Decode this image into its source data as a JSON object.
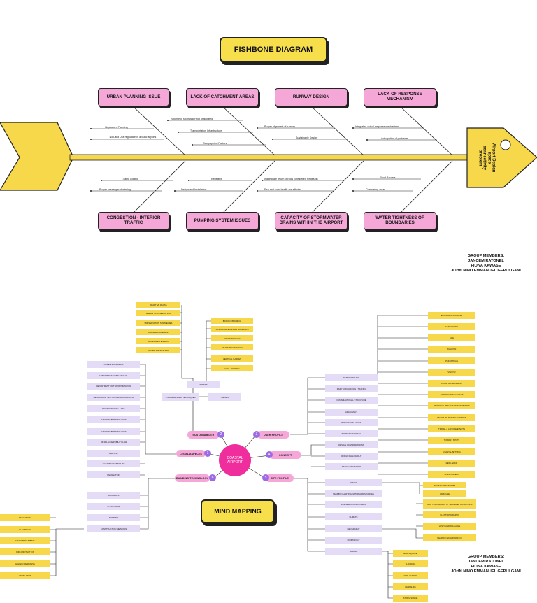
{
  "fishbone": {
    "title": "FISHBONE DIAGRAM",
    "head_label": "Airport Design space connectivity problem",
    "top_categories": [
      "URBAN PLANNING ISSUE",
      "LACK OF CATCHMENT AREAS",
      "RUNWAY DESIGN",
      "LACK OF RESPONSE MECHANISM"
    ],
    "bottom_categories": [
      "CONGESTION - INTERIOR TRAFFIC",
      "PUMPING SYSTEM ISSUES",
      "CAPACITY OF STORMWATER DRAINS WITHIN THE AIRPORT",
      "WATER TIGHTNESS OF BOUNDARIES"
    ],
    "causes_top": [
      "Haphazard Planning",
      "No Land Use regulation in around airports",
      "Volume of stormwater not anticipated",
      "Transportation Infrastructure",
      "Geographical Factors",
      "Proper alignment of runway",
      "Sustainable Design",
      "Integrated actual response mechanism",
      "Anticipation of problems"
    ],
    "causes_bottom": [
      "Traffic Control",
      "Proper passenger clustering",
      "Repetitive",
      "Design and Installation",
      "Inadequate return periods considered for design",
      "Fish and coral health are affected",
      "Flood Barriers",
      "Channeling areas"
    ],
    "members": {
      "heading": "GROUP MEMBERS:",
      "names": [
        "JANCEM RATONEL",
        "FIONA KAWASE",
        "JOHN NINO EMMANUEL GEPULGANI"
      ]
    }
  },
  "mindmap": {
    "title": "MIND MAPPING",
    "center": "COASTAL AIRPORT",
    "branches": [
      {
        "num": "1",
        "label": "LEGAL ASPECTS"
      },
      {
        "num": "2",
        "label": "SUSTAINABILITY"
      },
      {
        "num": "3",
        "label": "USER PROFILE"
      },
      {
        "num": "4",
        "label": "CONCEPT"
      },
      {
        "num": "5",
        "label": "SITE PROFILE"
      },
      {
        "num": "6",
        "label": "BUILDING TECHNOLOGY"
      }
    ],
    "sustain_left": [
      "ADAPTIVE REUSE",
      "ENERGY CONSERVATION",
      "PRESERVATION STRATEGIES",
      "WASTE MANAGEMENT",
      "RENEWABLE ENERGY",
      "WATER HARVESTING"
    ],
    "sustain_right": [
      "BIOLOGY/BIOMECH",
      "SUSTAINABLE DESIGN MATERIALS",
      "GREEN ROOFING",
      "SMART TECHNOLOGY",
      "VERTICAL GARDEN",
      "COOL ROOFING"
    ],
    "sustain_mid": [
      "TRENDS",
      "STRATEGIES AND TECHNIQUES",
      "TRENDS"
    ],
    "legal": [
      "CODES/STANDARDS",
      "AIRPORT DESIGNING MANUAL",
      "DEPARTMENT OF TRANSPORTATION",
      "DEPARTMENT OF TOURISM REGULATIONS",
      "ENVIRONMENTAL LAWS",
      "NATIONAL BUILDING CODE",
      "NATIONAL BUILDING CODE",
      "BP 344 ACCESSIBILITY LAW",
      "FIRE BSP",
      "ACT 9066 WONDERLINE",
      "RECREATION"
    ],
    "building": [
      "MATERIALS",
      "STRUCTURAL",
      "SYSTEMS",
      "CONSTRUCTION METHODS"
    ],
    "building_sub": [
      "MECHANICAL",
      "ELECTRICAL",
      "MAKEUP PLUMBING",
      "FIRE PROTECTION",
      "HAZARD RESPONSE",
      "VENTILATION"
    ],
    "user": [
      "DEMOGRAPHICS",
      "DAILY CIRCULATION - TRAFFIC",
      "ORGANIZATIONAL STRUCTURE",
      "ADJACENCY",
      "POPULATION COUNT",
      "TOURIST VISITS/ETC"
    ],
    "user_sub": [
      "ECONOMIC STANDING",
      "CIVIL WORKS",
      "AGE",
      "AVIATION",
      "PEDESTRIAN",
      "VISITOR",
      "LOCAL GOVERNMENT",
      "AIRPORT MANAGEMENT",
      "PROPOSAL IMPLEMENTATION BODIES",
      "AIR ROUTE TRAFFIC CONTROL",
      "TRAVEL & LEISURE EVENTS",
      "TOURIST SPOTS",
      "COASTAL SETTING",
      "RESILIENCE",
      "ENVIRONMENT"
    ],
    "concept": [
      "DESIGN CONSIDERATIONS",
      "DESIGN PHILOSOPHY",
      "DESIGN TECTONICS"
    ],
    "site": [
      "ZONING",
      "NEARBY CHARTING NATURAL RESOURCES",
      "SITE SELECTION CRITERIA",
      "CLIMATE",
      "GEOGRAPHY",
      "HYDROLOGY",
      "HAZARD"
    ],
    "site_sub1": [
      "ZONING ORDINANCES",
      "LAND USE"
    ],
    "site_sub2": [
      "FLAT TOPOGRAPHY AT SEA LEVEL CONDITIONS",
      "FLAT TOPOGRAPHY",
      "VAST LAND AVAILABLE",
      "NEARBY NEIGHBORHOOD"
    ],
    "hazard": [
      "EARTHQUAKE",
      "FLOODING",
      "FIRE HAZARD",
      "LANDSLIDE",
      "STORM SURGE"
    ],
    "members": {
      "heading": "GROUP MEMBERS:",
      "names": [
        "JANCEM RATONEL",
        "FIONA KAWASE",
        "JOHN NINO EMMANUEL GEPULGANI"
      ]
    }
  },
  "colors": {
    "yellow": "#f7de4b",
    "pink": "#f5a8d8",
    "lavender": "#e4dcf6",
    "magenta": "#f02d9c",
    "purple": "#9b6be6"
  }
}
